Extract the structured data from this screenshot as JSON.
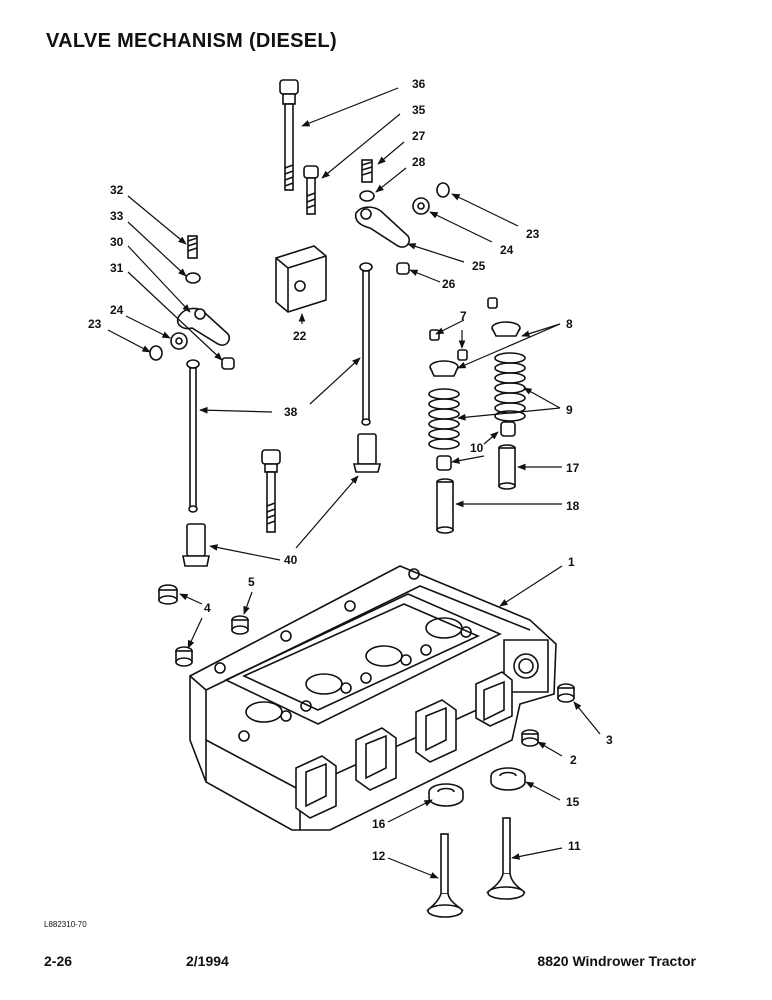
{
  "title": "VALVE MECHANISM (DIESEL)",
  "callouts": {
    "c1": "1",
    "c2": "2",
    "c3": "3",
    "c4": "4",
    "c5": "5",
    "c7": "7",
    "c8": "8",
    "c9": "9",
    "c10": "10",
    "c11": "11",
    "c12": "12",
    "c15": "15",
    "c16": "16",
    "c17": "17",
    "c18": "18",
    "c22": "22",
    "c23a": "23",
    "c23b": "23",
    "c24a": "24",
    "c24b": "24",
    "c25": "25",
    "c26": "26",
    "c27": "27",
    "c28": "28",
    "c30": "30",
    "c31": "31",
    "c32": "32",
    "c33": "33",
    "c35": "35",
    "c36": "36",
    "c38": "38",
    "c40": "40"
  },
  "reference_code": "L882310-70",
  "footer": {
    "page_number": "2-26",
    "date": "2/1994",
    "model": "8820 Windrower Tractor"
  }
}
